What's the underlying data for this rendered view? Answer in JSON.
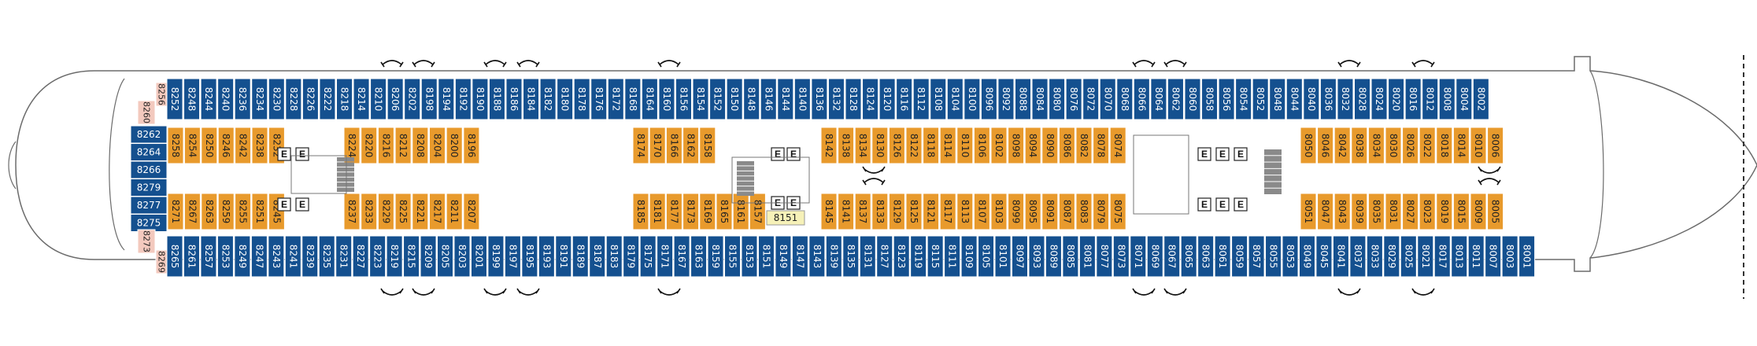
{
  "deck": {
    "aft_cabins": [
      "8262",
      "8264",
      "8266",
      "8279",
      "8277",
      "8275"
    ],
    "aft_corner_cabins": [
      "8256",
      "8260",
      "8273",
      "8269"
    ],
    "starboard_outer": [
      "8252",
      "8248",
      "8244",
      "8240",
      "8236",
      "8234",
      "8230",
      "8228",
      "8226",
      "8222",
      "8218",
      "8214",
      "8210",
      "8206",
      "8202",
      "8198",
      "8194",
      "8192",
      "8190",
      "8188",
      "8186",
      "8184",
      "8182",
      "8180",
      "8178",
      "8176",
      "8172",
      "8168",
      "8164",
      "8160",
      "8156",
      "8154",
      "8152",
      "8150",
      "8148",
      "8146",
      "8144",
      "8140",
      "8136",
      "8132",
      "8128",
      "8124",
      "8120",
      "8116",
      "8112",
      "8108",
      "8104",
      "8100",
      "8096",
      "8092",
      "8088",
      "8084",
      "8080",
      "8076",
      "8072",
      "8070",
      "8068",
      "8066",
      "8064",
      "8062",
      "8060",
      "8058",
      "8056",
      "8054",
      "8052",
      "8048",
      "8044",
      "8040",
      "8036",
      "8032",
      "8028",
      "8024",
      "8020",
      "8016",
      "8012",
      "8008",
      "8004",
      "8002"
    ],
    "port_outer": [
      "8265",
      "8261",
      "8257",
      "8253",
      "8249",
      "8247",
      "8243",
      "8241",
      "8239",
      "8235",
      "8231",
      "8227",
      "8223",
      "8219",
      "8215",
      "8209",
      "8205",
      "8203",
      "8201",
      "8199",
      "8197",
      "8195",
      "8193",
      "8191",
      "8189",
      "8187",
      "8183",
      "8179",
      "8175",
      "8171",
      "8167",
      "8163",
      "8159",
      "8155",
      "8153",
      "8151",
      "8149",
      "8147",
      "8143",
      "8139",
      "8135",
      "8131",
      "8127",
      "8123",
      "8119",
      "8115",
      "8111",
      "8109",
      "8105",
      "8101",
      "8097",
      "8093",
      "8089",
      "8085",
      "8081",
      "8077",
      "8073",
      "8071",
      "8069",
      "8067",
      "8065",
      "8063",
      "8061",
      "8059",
      "8057",
      "8055",
      "8053",
      "8049",
      "8045",
      "8041",
      "8037",
      "8033",
      "8029",
      "8025",
      "8021",
      "8017",
      "8013",
      "8011",
      "8007",
      "8003",
      "8001"
    ],
    "inner_starboard_aft": [
      "8258",
      "8254",
      "8250",
      "8246",
      "8242",
      "8238",
      "8232"
    ],
    "inner_starboard_mid": [
      "8224",
      "8220",
      "8216",
      "8212",
      "8208",
      "8204",
      "8200",
      "8196"
    ],
    "inner_starboard_fwd1": [
      "8174",
      "8170",
      "8166",
      "8162",
      "8158"
    ],
    "inner_starboard_fwd2": [
      "8142",
      "8138",
      "8134",
      "8130",
      "8126",
      "8122",
      "8118",
      "8114",
      "8110",
      "8106",
      "8102",
      "8098",
      "8094",
      "8090",
      "8086",
      "8082",
      "8078",
      "8074"
    ],
    "inner_starboard_fwd3": [
      "8050",
      "8046",
      "8042",
      "8038",
      "8034",
      "8030",
      "8026",
      "8022",
      "8018",
      "8014",
      "8010",
      "8006"
    ],
    "inner_port_aft": [
      "8271",
      "8267",
      "8263",
      "8259",
      "8255",
      "8251",
      "8245"
    ],
    "inner_port_mid": [
      "8237",
      "8233",
      "8229",
      "8225",
      "8221",
      "8217",
      "8211",
      "8207"
    ],
    "inner_port_fwd1": [
      "8185",
      "8181",
      "8177",
      "8173",
      "8169",
      "8165",
      "8161",
      "8157"
    ],
    "inner_port_fwd2": [
      "8145",
      "8141",
      "8137",
      "8133",
      "8129",
      "8125",
      "8121",
      "8117",
      "8113",
      "8107",
      "8103",
      "8099",
      "8095",
      "8091",
      "8087",
      "8083",
      "8079",
      "8075"
    ],
    "inner_port_fwd3": [
      "8051",
      "8047",
      "8043",
      "8039",
      "8035",
      "8031",
      "8027",
      "8023",
      "8019",
      "8015",
      "8009",
      "8005"
    ],
    "highlighted_cabin": "8151",
    "elevator_label": "E"
  },
  "colors": {
    "outside_cabin": "#14508f",
    "inside_cabin": "#e89a2c",
    "suite": "#f3c9be",
    "highlight": "#f6f1b8",
    "hull_line": "#666666",
    "stairs": "#8a8a8a"
  }
}
